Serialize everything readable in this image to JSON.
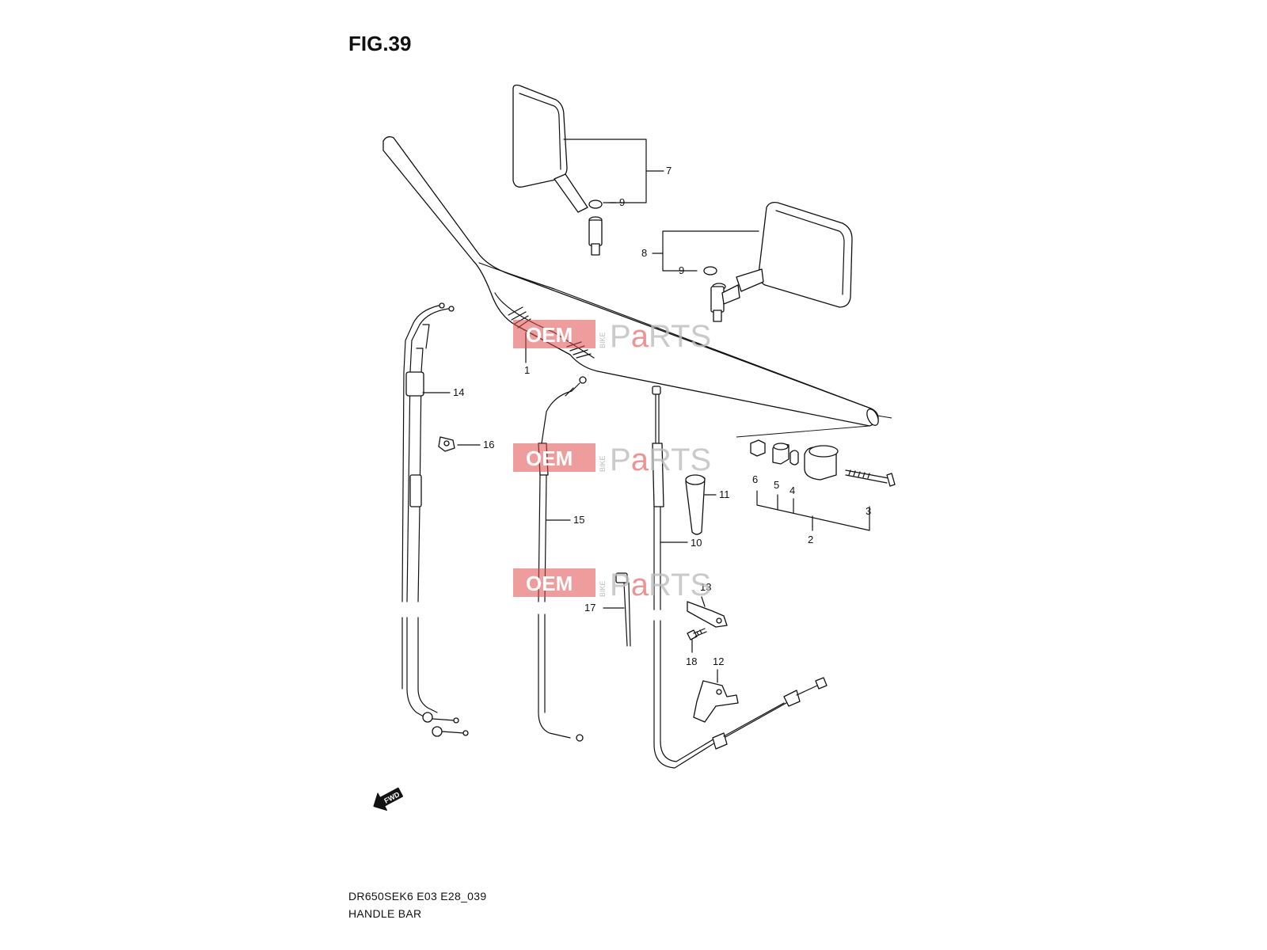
{
  "figure": {
    "title": "FIG.39",
    "model_code": "DR650SEK6 E03 E28_039",
    "section_name": "HANDLE BAR"
  },
  "callouts": [
    "1",
    "2",
    "3",
    "4",
    "5",
    "6",
    "7",
    "8",
    "9",
    "9",
    "10",
    "11",
    "12",
    "13",
    "14",
    "15",
    "16",
    "17",
    "18"
  ],
  "watermark": {
    "oem": "OEM",
    "bike": "BIKE",
    "parts_pre": "P",
    "parts_a": "a",
    "parts_post": "RTS",
    "accent_color": "#e24b4b"
  },
  "direction_arrow": {
    "label": "FWD"
  }
}
